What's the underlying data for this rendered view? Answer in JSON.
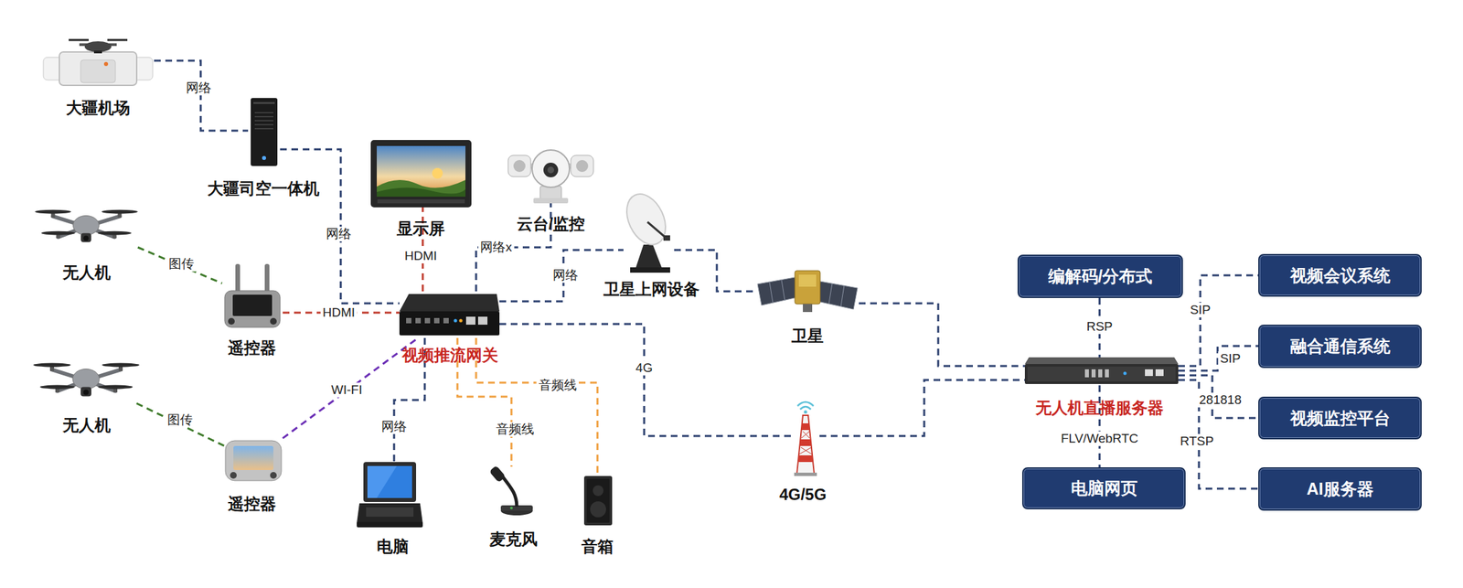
{
  "diagram": {
    "nodes": [
      {
        "text": [
          "大疆机场"
        ]
      },
      {
        "text": [
          "大疆司空一体机"
        ]
      },
      {
        "text": [
          "无人机"
        ]
      },
      {
        "text": [
          "遥控器"
        ]
      },
      {
        "text": [
          "无人机"
        ]
      },
      {
        "text": [
          "遥控器"
        ]
      },
      {
        "text": [
          "显示屏"
        ]
      },
      {
        "text": [
          "云台/监控"
        ]
      },
      {
        "text": [
          "视频推流网关"
        ]
      },
      {
        "text": [
          "卫星上网设备"
        ]
      },
      {
        "text": [
          "卫星"
        ]
      },
      {
        "text": [
          "电脑"
        ]
      },
      {
        "text": [
          "麦克风"
        ]
      },
      {
        "text": [
          "音箱"
        ]
      },
      {
        "text": [
          "4G/5G"
        ]
      },
      {
        "text": [
          "编解码/分布式"
        ]
      },
      {
        "text": [
          "无人机直播服务器"
        ]
      },
      {
        "text": [
          "电脑网页"
        ]
      },
      {
        "text": [
          "视频会议系统"
        ]
      },
      {
        "text": [
          "融合通信系统"
        ]
      },
      {
        "text": [
          "视频监控平台"
        ]
      },
      {
        "text": [
          "AI服务器"
        ]
      }
    ],
    "edges": [
      {
        "from": 0,
        "to": 1,
        "label": "网络",
        "arrow": "none"
      },
      {
        "from": 1,
        "to": 8,
        "label": "网络",
        "arrow": "none"
      },
      {
        "from": 2,
        "to": 3,
        "label": "图传",
        "arrow": "none"
      },
      {
        "from": 3,
        "to": 8,
        "label": "HDMI",
        "arrow": "none"
      },
      {
        "from": 4,
        "to": 5,
        "label": "图传",
        "arrow": "none"
      },
      {
        "from": 5,
        "to": 8,
        "label": "WI-FI",
        "arrow": "none"
      },
      {
        "from": 8,
        "to": 6,
        "label": "HDMI",
        "arrow": "none"
      },
      {
        "from": 8,
        "to": 7,
        "label": "网络x",
        "arrow": "none"
      },
      {
        "from": 8,
        "to": 9,
        "label": "网络",
        "arrow": "none"
      },
      {
        "from": 9,
        "to": 10,
        "arrow": "none"
      },
      {
        "from": 10,
        "to": 16,
        "arrow": "none"
      },
      {
        "from": 8,
        "to": 14,
        "label": "4G",
        "arrow": "none"
      },
      {
        "from": 14,
        "to": 16,
        "arrow": "none"
      },
      {
        "from": 8,
        "to": 11,
        "label": "网络",
        "arrow": "none"
      },
      {
        "from": 8,
        "to": 12,
        "label": "音频线",
        "arrow": "none"
      },
      {
        "from": 8,
        "to": 13,
        "label": "音频线",
        "arrow": "none"
      },
      {
        "from": 15,
        "to": 16,
        "label": "RSP",
        "arrow": "none"
      },
      {
        "from": 16,
        "to": 17,
        "label": "FLV/WebRTC",
        "arrow": "none"
      },
      {
        "from": 16,
        "to": 18,
        "label": "SIP",
        "arrow": "none"
      },
      {
        "from": 16,
        "to": 19,
        "label": "SIP",
        "arrow": "none"
      },
      {
        "from": 16,
        "to": 20,
        "label": "281818",
        "arrow": "none"
      },
      {
        "from": 16,
        "to": 21,
        "label": "RTSP",
        "arrow": "none"
      }
    ]
  }
}
